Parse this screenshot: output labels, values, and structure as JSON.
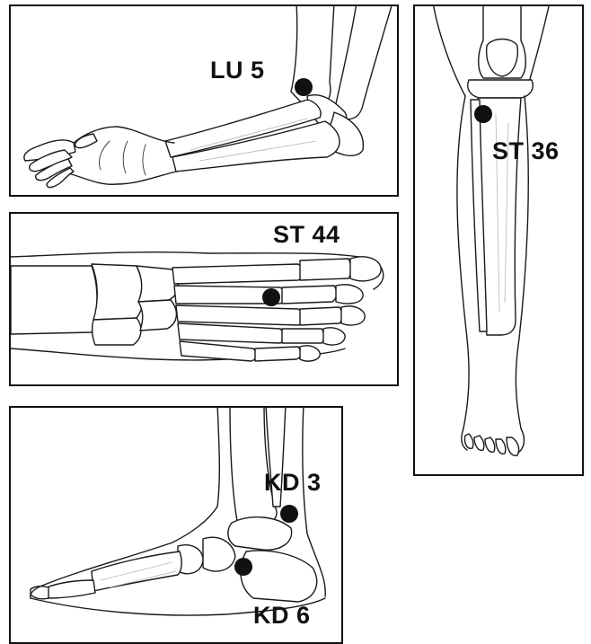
{
  "panels": {
    "arm": {
      "label": "LU 5"
    },
    "leg": {
      "label": "ST 36"
    },
    "foot_top": {
      "label": "ST 44"
    },
    "foot_side": {
      "label_upper": "KD 3",
      "label_lower": "KD 6"
    }
  },
  "colors": {
    "ink": "#111111",
    "background": "#ffffff",
    "point": "#111111"
  }
}
